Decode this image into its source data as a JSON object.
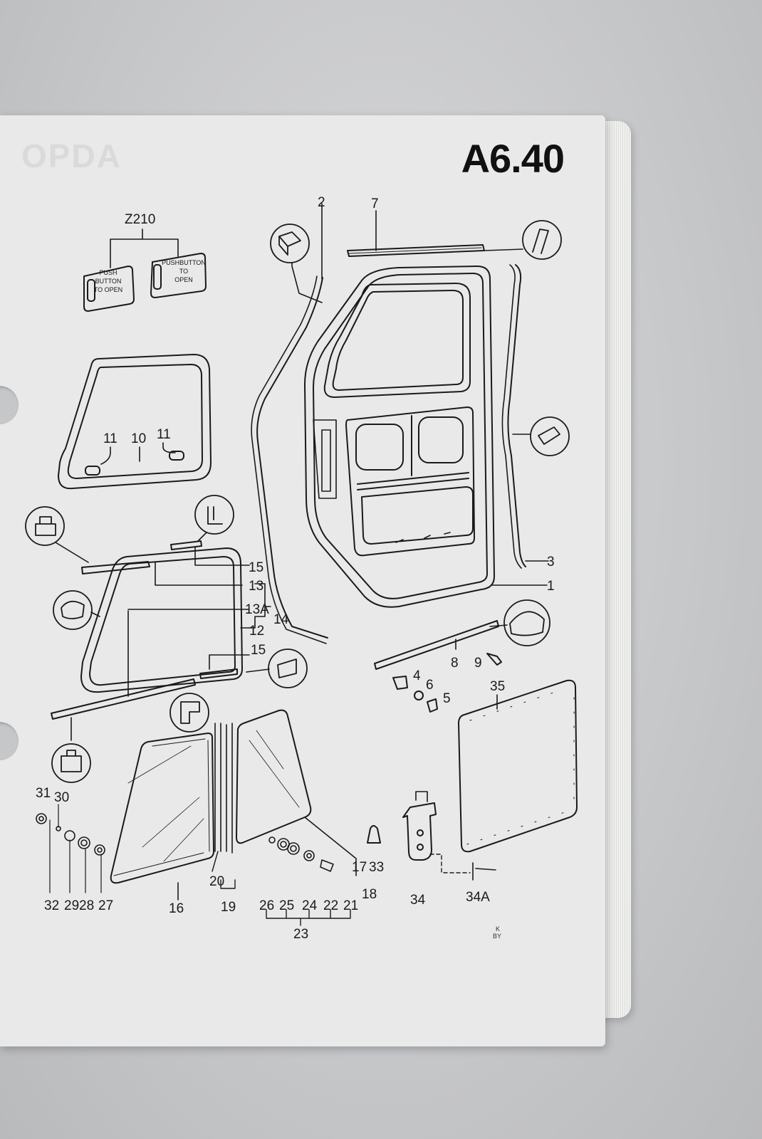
{
  "page": {
    "code": "A6.40",
    "ghost_heading": "OPDA"
  },
  "labels": {
    "group_ref": "Z210",
    "label_left_line1": "PUSH",
    "label_left_line2": "BUTTON",
    "label_left_line3": "TO OPEN",
    "label_right_line1": "PUSHBUTTON",
    "label_right_line2": "TO",
    "label_right_line3": "OPEN"
  },
  "callouts": {
    "c1": "1",
    "c2": "2",
    "c3": "3",
    "c4": "4",
    "c5": "5",
    "c6": "6",
    "c7": "7",
    "c8": "8",
    "c9": "9",
    "c10": "10",
    "c11a": "11",
    "c11b": "11",
    "c12": "12",
    "c13": "13",
    "c13A": "13A",
    "c14": "14",
    "c15a": "15",
    "c15b": "15",
    "c16": "16",
    "c17": "17",
    "c18": "18",
    "c19": "19",
    "c20": "20",
    "c21": "21",
    "c22": "22",
    "c23": "23",
    "c24": "24",
    "c25": "25",
    "c26": "26",
    "c27": "27",
    "c28": "28",
    "c29": "29",
    "c30": "30",
    "c31": "31",
    "c32": "32",
    "c33": "33",
    "c34": "34",
    "c34A": "34A",
    "c35": "35"
  },
  "footer": {
    "mark_line1": "K",
    "mark_line2": "BY"
  }
}
